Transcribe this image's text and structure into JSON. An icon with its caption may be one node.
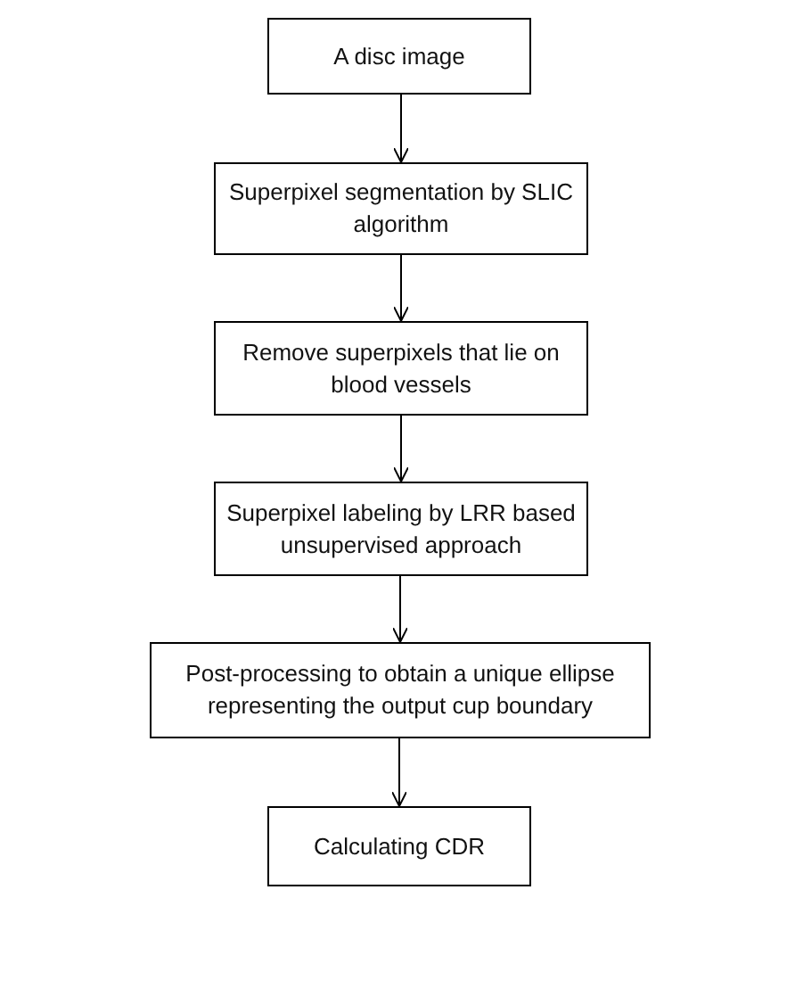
{
  "diagram": {
    "nodes": [
      {
        "text": [
          "A disc image"
        ]
      },
      {
        "text": [
          "Superpixel segmentation by SLIC algorithm"
        ]
      },
      {
        "text": [
          "Remove superpixels that lie on blood vessels"
        ]
      },
      {
        "text": [
          "Superpixel labeling by LRR based unsupervised approach"
        ]
      },
      {
        "text": [
          "Post-processing to obtain a unique ellipse representing the output cup boundary"
        ]
      },
      {
        "text": [
          "Calculating CDR"
        ]
      }
    ],
    "edges": [
      {
        "from": 0,
        "to": 1,
        "arrow": "to"
      },
      {
        "from": 1,
        "to": 2,
        "arrow": "to"
      },
      {
        "from": 2,
        "to": 3,
        "arrow": "to"
      },
      {
        "from": 3,
        "to": 4,
        "arrow": "to"
      },
      {
        "from": 4,
        "to": 5,
        "arrow": "to"
      }
    ]
  }
}
